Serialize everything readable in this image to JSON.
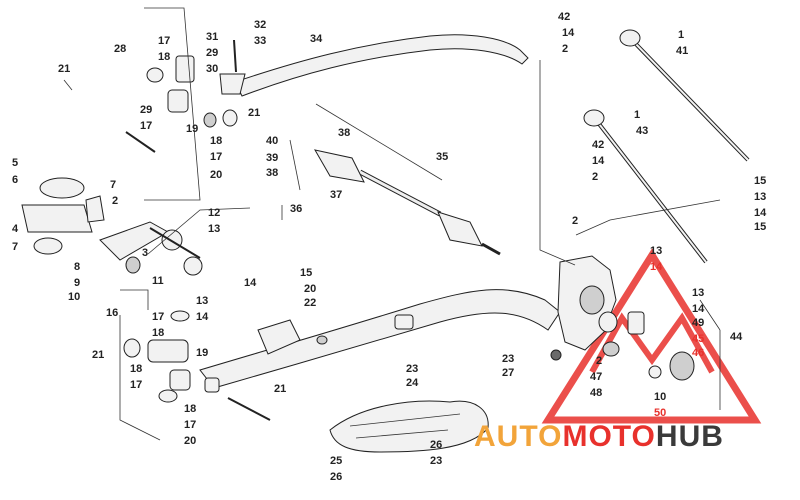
{
  "diagram": {
    "labels_black": {
      "l1a": "1",
      "l41": "41",
      "l42a": "42",
      "l14a": "14",
      "l2a": "2",
      "l1b": "1",
      "l43": "43",
      "l42b": "42",
      "l14b": "14",
      "l2b": "2",
      "l15a": "15",
      "l13a": "13",
      "l14c": "14",
      "l15b": "15",
      "l32": "32",
      "l33": "33",
      "l34": "34",
      "l31": "31",
      "l17a": "17",
      "l29a": "29",
      "l28": "28",
      "l18a": "18",
      "l30": "30",
      "l21a": "21",
      "l29b": "29",
      "l17b": "17",
      "l19a": "19",
      "l21b": "21",
      "l18b": "18",
      "l17c": "17",
      "l20a": "20",
      "l40": "40",
      "l38a": "38",
      "l39": "39",
      "l38b": "38",
      "l37": "37",
      "l36": "36",
      "l35": "35",
      "l5": "5",
      "l6": "6",
      "l7a": "7",
      "l2c": "2",
      "l4": "4",
      "l7b": "7",
      "l8": "8",
      "l9": "9",
      "l10a": "10",
      "l3": "3",
      "l11": "11",
      "l12": "12",
      "l13b": "13",
      "l14d": "14",
      "l15c": "15",
      "l13c": "13",
      "l14e": "14",
      "l2d": "2",
      "l13d": "13",
      "l13e": "13",
      "l14f": "14",
      "l49": "49",
      "l44": "44",
      "l20b": "20",
      "l22": "22",
      "l16": "16",
      "l17d": "17",
      "l21c": "21",
      "l18c": "18",
      "l19b": "19",
      "l18d": "18",
      "l17e": "17",
      "l18e": "18",
      "l17f": "17",
      "l20c": "20",
      "l21d": "21",
      "l2e": "2",
      "l47": "47",
      "l48": "48",
      "l10b": "10",
      "l23a": "23",
      "l24": "24",
      "l23b": "23",
      "l27": "27",
      "l26a": "26",
      "l23c": "23",
      "l25": "25",
      "l26b": "26"
    },
    "labels_red": {
      "r14": "14",
      "r45": "45",
      "r46": "46",
      "r50": "50"
    }
  },
  "watermark": {
    "part1": "AUTO",
    "part2": "MOTO",
    "part3": "HUB",
    "color_primary": "#e8312c",
    "color_secondary": "#f2a43a",
    "color_dark": "#3a3a3a"
  }
}
